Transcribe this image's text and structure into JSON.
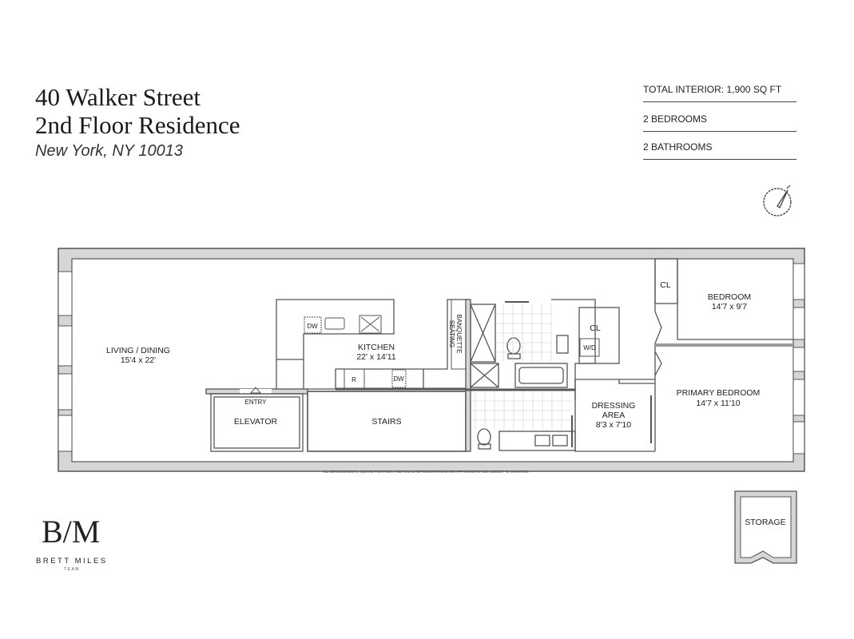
{
  "header": {
    "title_line1": "40 Walker Street",
    "title_line2": "2nd Floor Residence",
    "location": "New York, NY 10013"
  },
  "stats": [
    "TOTAL INTERIOR: 1,900 SQ FT",
    "2 BEDROOMS",
    "2 BATHROOMS"
  ],
  "compass_icon": "north-arrow-compass",
  "rooms": {
    "living": {
      "name": "LIVING / DINING",
      "size": "15'4 x 22'"
    },
    "kitchen": {
      "name": "KITCHEN",
      "size": "22' x 14'11"
    },
    "bedroom": {
      "name": "BEDROOM",
      "size": "14'7 x 9'7"
    },
    "primary": {
      "name": "PRIMARY BEDROOM",
      "size": "14'7 x 11'10"
    },
    "dressing": {
      "name_line1": "DRESSING",
      "name_line2": "AREA",
      "size": "8'3 x 7'10"
    },
    "elevator": "ELEVATOR",
    "stairs": "STAIRS",
    "entry": "ENTRY",
    "storage": "STORAGE",
    "banquette_line1": "BANQUETTE",
    "banquette_line2": "SEATING",
    "closet": "CL",
    "closet2": "CL",
    "washer_dryer": "W/D",
    "dishwasher1": "DW",
    "dishwasher2": "DW",
    "refrigerator": "R"
  },
  "disclaimer": "ALL MEASUREMENTS, SQUARE FOOTAGES, AND VISUAL REPRESENTATIONS ARE APPROXIMATE AND SUBJECT TO VARIATION.",
  "logo": {
    "mark": "B/M",
    "name": "BRETT MILES",
    "team": "TEAM"
  }
}
